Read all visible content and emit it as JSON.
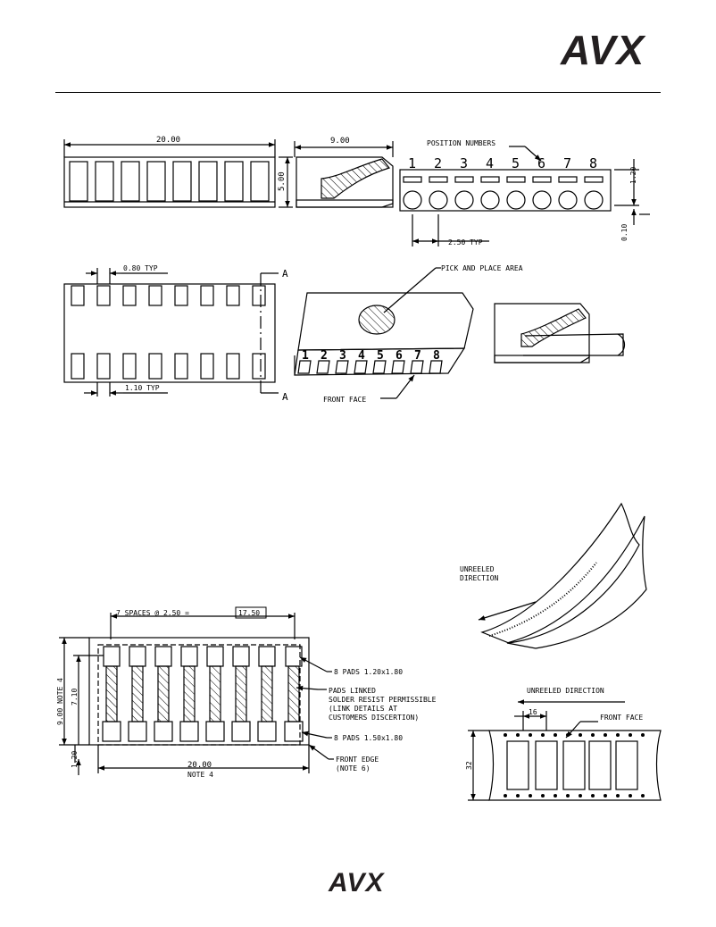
{
  "brand": {
    "logo_top": "AVX",
    "logo_bottom": "AVX"
  },
  "drawing": {
    "top_view": {
      "width_dim": "20.00",
      "side_width_dim": "9.00",
      "height_dim": "5.00",
      "position_label": "POSITION NUMBERS",
      "position_numbers": [
        "1",
        "2",
        "3",
        "4",
        "5",
        "6",
        "7",
        "8"
      ],
      "dim_120": "1.20",
      "dim_010": "0.10",
      "pitch_dim": "2.50 TYP"
    },
    "bottom_view": {
      "dim_080": "0.80 TYP",
      "dim_110": "1.10 TYP",
      "section_a_top": "A",
      "section_a_bottom": "A"
    },
    "iso_view": {
      "pick_place_label": "PICK AND PLACE AREA",
      "front_face_label": "FRONT FACE",
      "numbers": [
        "1",
        "2",
        "3",
        "4",
        "5",
        "6",
        "7",
        "8"
      ]
    },
    "reel": {
      "line1": "UNREELED",
      "line2": "DIRECTION"
    },
    "footprint": {
      "spaces_prefix": "7 SPACES @ 2.50 =",
      "spaces_value": "17.50",
      "pads_small": "8 PADS 1.20x1.80",
      "pads_linked_1": "PADS LINKED",
      "pads_linked_2": "SOLDER RESIST PERMISSIBLE",
      "pads_linked_3": "(LINK DETAILS AT",
      "pads_linked_4": "CUSTOMERS DISCERTION)",
      "pads_large": "8 PADS 1.50x1.80",
      "front_edge_1": "FRONT EDGE",
      "front_edge_2": "(NOTE 6)",
      "width_dim": "20.00",
      "width_note": "NOTE 4",
      "height_note": "9.00 NOTE 4",
      "dim_710": "7.10",
      "dim_120": "1.20"
    },
    "tape": {
      "direction_label": "UNREELED DIRECTION",
      "pitch": "16",
      "front_face_label": "FRONT FACE",
      "width": "32"
    }
  }
}
